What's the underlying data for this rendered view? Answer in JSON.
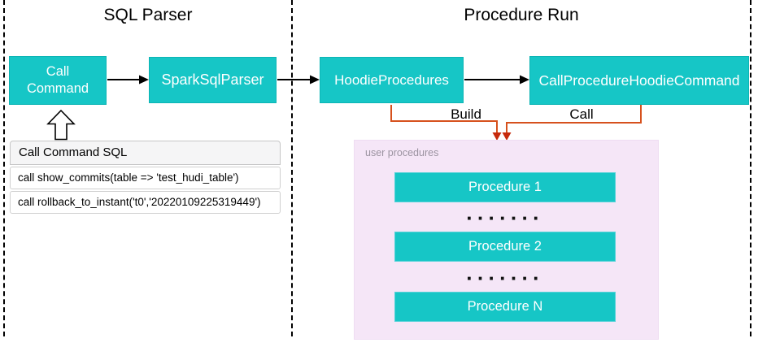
{
  "sections": {
    "sql_parser": {
      "title": "SQL Parser"
    },
    "procedure_run": {
      "title": "Procedure Run"
    }
  },
  "nodes": {
    "call_command": "Call Command",
    "spark_sql_parser": "SparkSqlParser",
    "hoodie_procedures": "HoodieProcedures",
    "call_procedure_hoodie_command": "CallProcedureHoodieCommand"
  },
  "edges": {
    "build_label": "Build",
    "call_label": "Call"
  },
  "sql_panel": {
    "header": "Call Command SQL",
    "rows": [
      "call show_commits(table => 'test_hudi_table')",
      "call rollback_to_instant('t0','20220109225319449')"
    ]
  },
  "user_procedures": {
    "label": "user procedures",
    "items": [
      "Procedure 1",
      "Procedure 2",
      "Procedure N"
    ],
    "dots": "·······"
  },
  "colors": {
    "node_teal": "#16c6c6",
    "container_purple": "#f5e6f7",
    "connector_orange": "#d6511d",
    "arrowhead_red": "#c62a0c",
    "label_gray": "#9b93a0"
  }
}
